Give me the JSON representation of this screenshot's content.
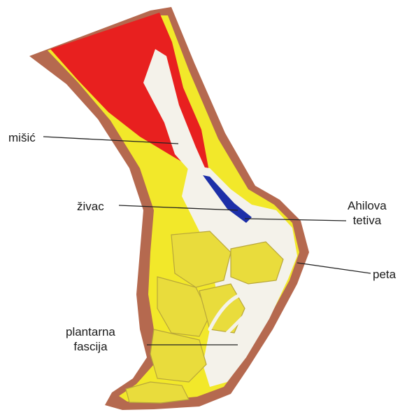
{
  "labels": {
    "muscle": "mišić",
    "nerve": "živac",
    "achilles_line1": "Ahilova",
    "achilles_line2": "tetiva",
    "heel": "peta",
    "fascia_line1": "plantarna",
    "fascia_line2": "fascija"
  },
  "colors": {
    "skin_outline": "#b5694f",
    "muscle_red": "#e8201f",
    "fat_yellow": "#f2e82a",
    "tendon_white": "#f4f2ea",
    "nerve_blue": "#1d2fa8",
    "bone_yellow": "#e9dc3c",
    "leader_line": "#222222"
  }
}
